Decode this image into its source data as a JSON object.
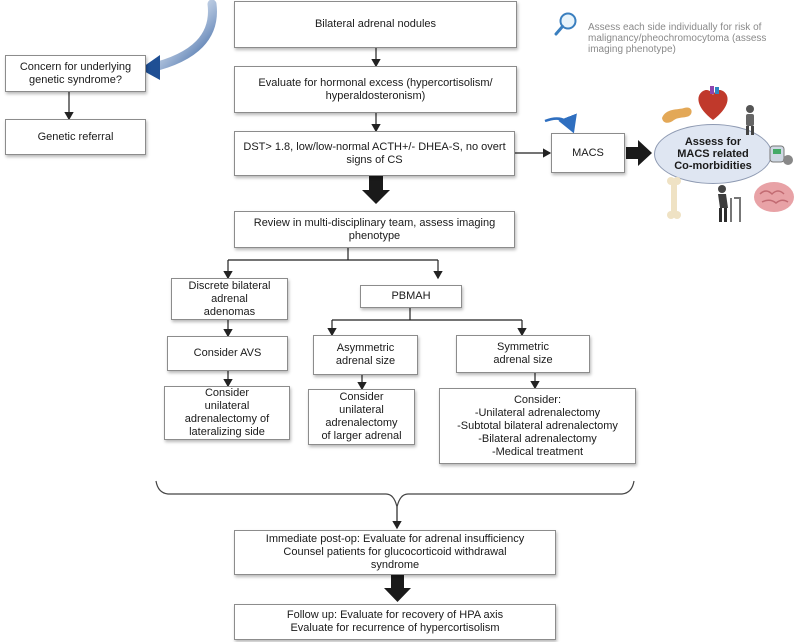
{
  "diagram": {
    "start": "Bilateral adrenal nodules",
    "note": "Assess each side individually for risk of malignancy/pheochromocytoma (assess imaging phenotype)",
    "hormonal": "Evaluate for hormonal excess (hypercortisolism/\nhyperaldosteronism)",
    "dst": "DST> 1.8, low/low-normal ACTH+/- DHEA-S, no overt\nsigns of CS",
    "macs": "MACS",
    "comorbid": "Assess for\nMACS related\nCo-morbidities",
    "genetic_concern": "Concern for underlying\ngenetic syndrome?",
    "genetic_referral": "Genetic referral",
    "review": "Review in multi-disciplinary team, assess imaging\nphenotype",
    "discrete": "Discrete bilateral\nadrenal\nadenomas",
    "pbmah": "PBMAH",
    "avs": "Consider AVS",
    "asym": "Asymmetric\nadrenal size",
    "sym": "Symmetric\nadrenal size",
    "uni_lat": "Consider\nunilateral\nadrenalectomy of\nlateralizing side",
    "uni_larger": "Consider\nunilateral\nadrenalectomy\nof larger adrenal",
    "options": "Consider:\n-Unilateral adrenalectomy\n-Subtotal  bilateral adrenalectomy\n-Bilateral adrenalectomy\n-Medical treatment",
    "postop": "Immediate post-op: Evaluate for adrenal insufficiency\nCounsel patients for glucocorticoid withdrawal\nsyndrome",
    "followup": "Follow up: Evaluate for recovery of HPA axis\nEvaluate for recurrence of hypercortisolism"
  },
  "icons": [
    "magnifier-icon",
    "pancreas-icon",
    "heart-icon",
    "bone-icon",
    "brain-icon",
    "elderly-person-icon",
    "person-icon",
    "blood-pressure-icon"
  ],
  "colors": {
    "accent_arrow": "#2f5f9e",
    "ellipse_fill": "#dfe6f2"
  }
}
